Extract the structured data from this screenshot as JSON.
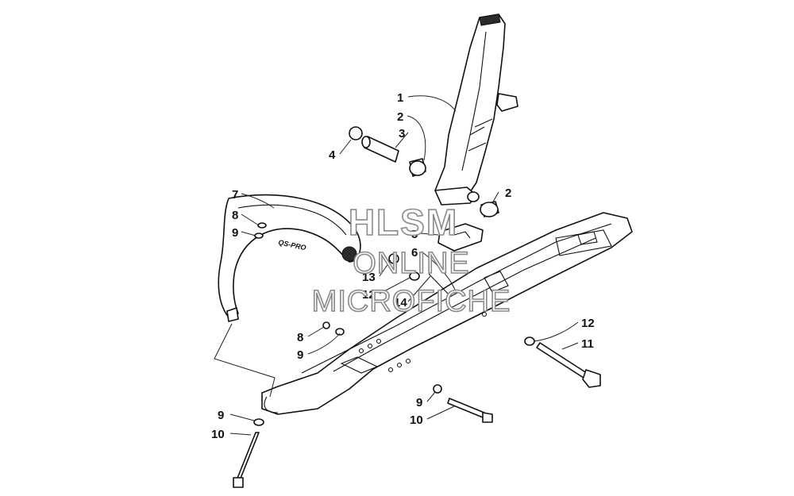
{
  "watermark": {
    "line1": "HLSM",
    "line2": "ONLINE",
    "line3": "MICROFICHE"
  },
  "decal_text": "QS-PRO",
  "callouts": [
    {
      "id": "c1",
      "label": "1"
    },
    {
      "id": "c2a",
      "label": "2"
    },
    {
      "id": "c3",
      "label": "3"
    },
    {
      "id": "c4",
      "label": "4"
    },
    {
      "id": "c2b",
      "label": "2"
    },
    {
      "id": "c7",
      "label": "7"
    },
    {
      "id": "c8a",
      "label": "8"
    },
    {
      "id": "c9a",
      "label": "9"
    },
    {
      "id": "c5",
      "label": "5"
    },
    {
      "id": "c6",
      "label": "6"
    },
    {
      "id": "c13",
      "label": "13"
    },
    {
      "id": "c12a",
      "label": "12"
    },
    {
      "id": "c14",
      "label": "14"
    },
    {
      "id": "c12b",
      "label": "12"
    },
    {
      "id": "c11",
      "label": "11"
    },
    {
      "id": "c8b",
      "label": "8"
    },
    {
      "id": "c9b",
      "label": "9"
    },
    {
      "id": "c9c",
      "label": "9"
    },
    {
      "id": "c10a",
      "label": "10"
    },
    {
      "id": "c9d",
      "label": "9"
    },
    {
      "id": "c10b",
      "label": "10"
    }
  ]
}
